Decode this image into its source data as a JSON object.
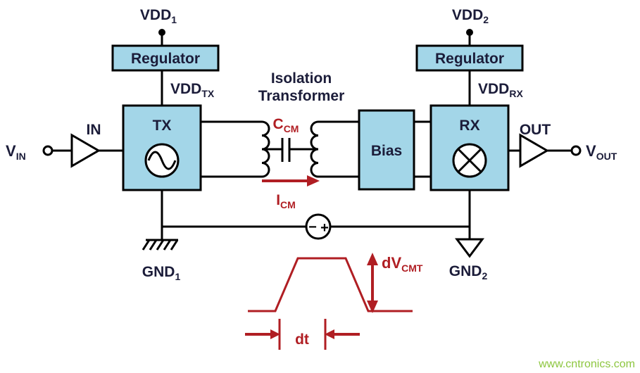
{
  "colors": {
    "background": "#ffffff",
    "box_fill": "#a3d6e8",
    "wire": "#000000",
    "label": "#1b1c39",
    "accent_red": "#b01e23",
    "watermark": "#8dc63f"
  },
  "power": {
    "vdd1": {
      "base": "VDD",
      "sub": "1"
    },
    "vdd2": {
      "base": "VDD",
      "sub": "2"
    },
    "regulator_left": "Regulator",
    "regulator_right": "Regulator",
    "vdd_tx": {
      "base": "VDD",
      "sub": "TX"
    },
    "vdd_rx": {
      "base": "VDD",
      "sub": "RX"
    }
  },
  "blocks": {
    "tx": "TX",
    "rx": "RX",
    "bias": "Bias"
  },
  "io": {
    "vin": {
      "base": "V",
      "sub": "IN"
    },
    "vout": {
      "base": "V",
      "sub": "OUT"
    },
    "in_label": "IN",
    "out_label": "OUT"
  },
  "transformer": {
    "label_line1": "Isolation",
    "label_line2": "Transformer",
    "ccm": {
      "base": "C",
      "sub": "CM"
    },
    "icm": {
      "base": "I",
      "sub": "CM"
    }
  },
  "grounds": {
    "gnd1": {
      "base": "GND",
      "sub": "1"
    },
    "gnd2": {
      "base": "GND",
      "sub": "2"
    }
  },
  "source": {
    "minus": "−",
    "plus": "+"
  },
  "waveform": {
    "dv": {
      "base": "dV",
      "sub": "CMT"
    },
    "dt": "dt"
  },
  "watermark": "www.cntronics.com"
}
